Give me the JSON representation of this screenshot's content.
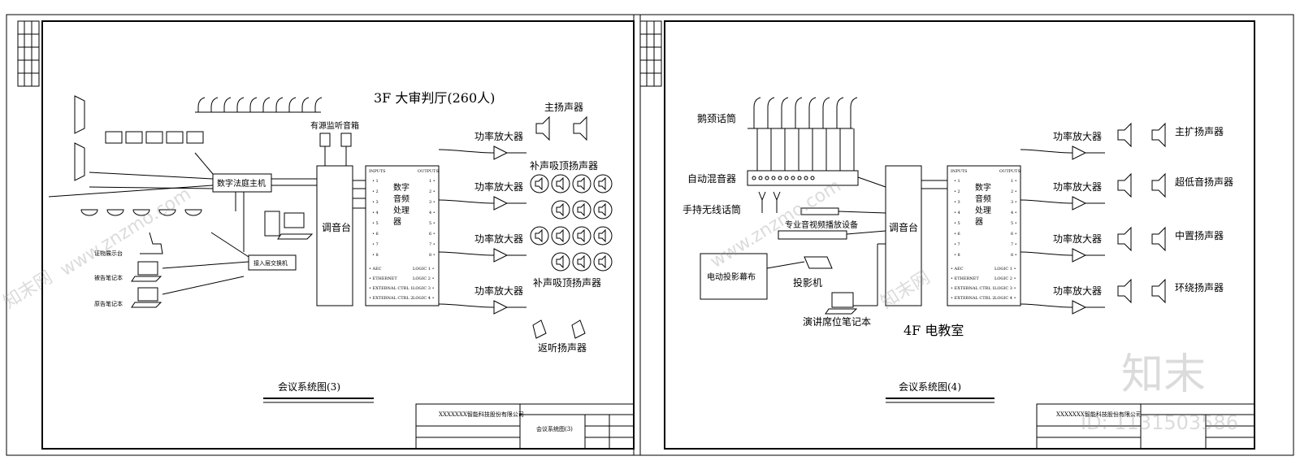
{
  "left_sheet": {
    "hall_title": "3F  大审判厅(260人)",
    "host_label": "数字法庭主机",
    "active_monitor_label": "有源监听音箱",
    "mixer_label": "调音台",
    "dsp_label": "数字\n音频\n处理\n器",
    "dsp_inputs_header": "INPUTS",
    "dsp_outputs_header": "OUTPUTS",
    "dsp_input_ports": [
      "1",
      "2",
      "3",
      "4",
      "5",
      "6",
      "7",
      "8"
    ],
    "dsp_output_ports": [
      "1",
      "2",
      "3",
      "4",
      "5",
      "6",
      "7",
      "8"
    ],
    "dsp_lower_left": [
      "AEC",
      "ETHERNET",
      "EXTERNAL CTRL 1",
      "EXTERNAL CTRL 2"
    ],
    "dsp_lower_right": [
      "LOGIC 1",
      "LOGIC 2",
      "LOGIC 3",
      "LOGIC 4"
    ],
    "amp_labels": [
      "功率放大器",
      "功率放大器",
      "功率放大器",
      "功率放大器"
    ],
    "main_speaker_label": "主扬声器",
    "ceiling_speaker_label_1": "补声吸顶扬声器",
    "ceiling_speaker_label_2": "补声吸顶扬声器",
    "monitor_speaker_label": "返听扬声器",
    "exhibit_label": "证物展示台",
    "notebook_labels": [
      "被告笔记本",
      "原告笔记本"
    ],
    "switch_label": "接入层交换机",
    "sheet_title": "会议系统图(3)",
    "company": "XXXXXXX智能科技股份有限公司",
    "drawing_name": "会议系统图(3)"
  },
  "right_sheet": {
    "gooseneck_label": "鹅颈话筒",
    "auto_mixer_label": "自动混音器",
    "wireless_mic_label": "手持无线话筒",
    "player_label": "专业音视频播放设备",
    "screen_label": "电动投影幕布",
    "projector_label": "投影机",
    "laptop_label": "演讲席位笔记本",
    "mixer_label": "调音台",
    "dsp_label": "数字\n音频\n处理\n器",
    "dsp_inputs_header": "INPUTS",
    "dsp_outputs_header": "OUTPUTS",
    "dsp_input_ports": [
      "1",
      "2",
      "3",
      "4",
      "5",
      "6",
      "7",
      "8"
    ],
    "dsp_output_ports": [
      "1",
      "2",
      "3",
      "4",
      "5",
      "6",
      "7",
      "8"
    ],
    "dsp_lower_left": [
      "AEC",
      "ETHERNET",
      "EXTERNAL CTRL 1",
      "EXTERNAL CTRL 2"
    ],
    "dsp_lower_right": [
      "LOGIC 1",
      "LOGIC 2",
      "LOGIC 3",
      "LOGIC 4"
    ],
    "amp_labels": [
      "功率放大器",
      "功率放大器",
      "功率放大器",
      "功率放大器"
    ],
    "speaker_labels": [
      "主扩扬声器",
      "超低音扬声器",
      "中置扬声器",
      "环绕扬声器"
    ],
    "room_title": "4F  电教室",
    "sheet_title": "会议系统图(4)",
    "company": "XXXXXXX智能科技股份有限公司"
  },
  "watermark": {
    "brand": "知末",
    "id_text": "ID: 1131503586",
    "site": "www.znzmo.com",
    "brand_cn": "知末网"
  }
}
